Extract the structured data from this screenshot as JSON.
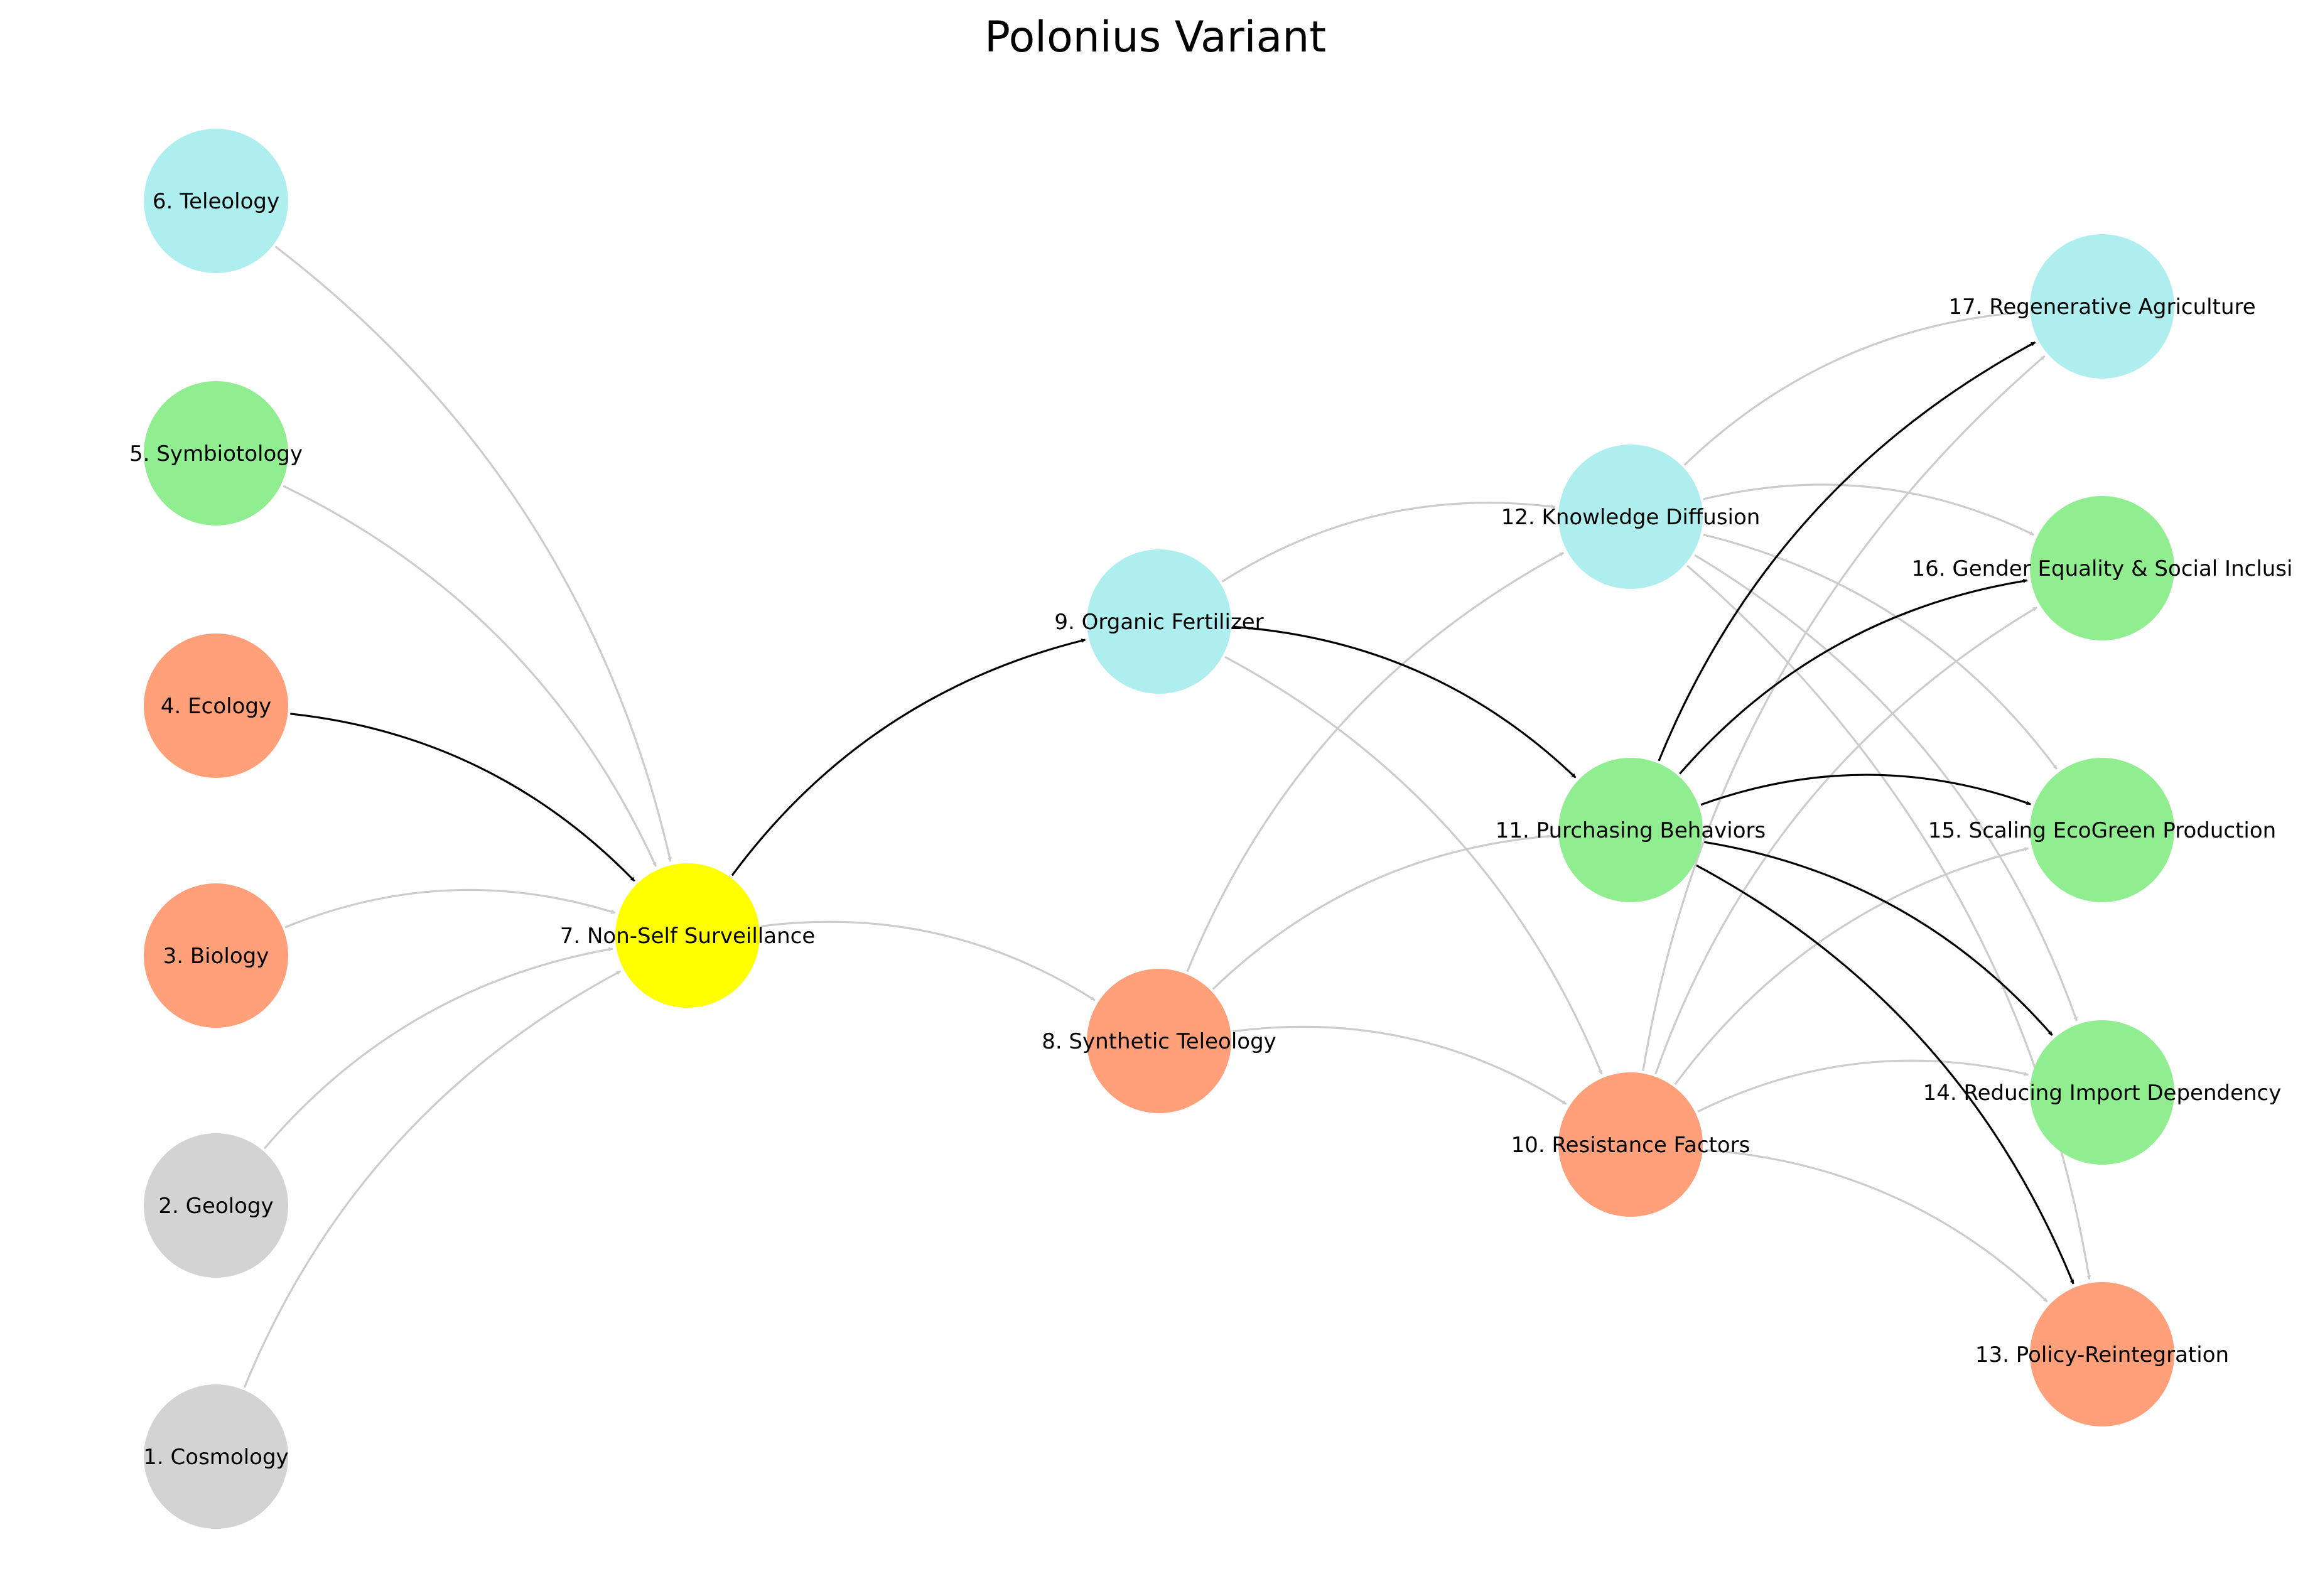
{
  "title": "Polonius Variant",
  "colors": {
    "gray": "#d3d3d3",
    "salmon": "#ffa07a",
    "green": "#90ee90",
    "cyan": "#afeeee",
    "yellow": "#ffff00",
    "edge_muted": "#cccccc",
    "edge_active": "#000000"
  },
  "nodes": [
    {
      "id": 1,
      "label": "1. Cosmology",
      "color": "gray"
    },
    {
      "id": 2,
      "label": "2. Geology",
      "color": "gray"
    },
    {
      "id": 3,
      "label": "3. Biology",
      "color": "salmon"
    },
    {
      "id": 4,
      "label": "4. Ecology",
      "color": "salmon"
    },
    {
      "id": 5,
      "label": "5. Symbiotology",
      "color": "green"
    },
    {
      "id": 6,
      "label": "6. Teleology",
      "color": "cyan"
    },
    {
      "id": 7,
      "label": "7. Non-Self Surveillance",
      "color": "yellow"
    },
    {
      "id": 8,
      "label": "8. Synthetic Teleology",
      "color": "salmon"
    },
    {
      "id": 9,
      "label": "9. Organic Fertilizer",
      "color": "cyan"
    },
    {
      "id": 10,
      "label": "10. Resistance Factors",
      "color": "salmon"
    },
    {
      "id": 11,
      "label": "11. Purchasing Behaviors",
      "color": "green"
    },
    {
      "id": 12,
      "label": "12. Knowledge Diffusion",
      "color": "cyan"
    },
    {
      "id": 13,
      "label": "13. Policy-Reintegration",
      "color": "salmon"
    },
    {
      "id": 14,
      "label": "14. Reducing Import Dependency",
      "color": "green"
    },
    {
      "id": 15,
      "label": "15. Scaling EcoGreen Production",
      "color": "green"
    },
    {
      "id": 16,
      "label": "16. Gender Equality & Social Inclusi",
      "color": "green"
    },
    {
      "id": 17,
      "label": "17. Regenerative Agriculture",
      "color": "cyan"
    }
  ],
  "edges": [
    {
      "from": 1,
      "to": 7,
      "active": false
    },
    {
      "from": 2,
      "to": 7,
      "active": false
    },
    {
      "from": 3,
      "to": 7,
      "active": false
    },
    {
      "from": 4,
      "to": 7,
      "active": true
    },
    {
      "from": 5,
      "to": 7,
      "active": false
    },
    {
      "from": 6,
      "to": 7,
      "active": false
    },
    {
      "from": 7,
      "to": 8,
      "active": false
    },
    {
      "from": 7,
      "to": 9,
      "active": true
    },
    {
      "from": 8,
      "to": 10,
      "active": false
    },
    {
      "from": 8,
      "to": 11,
      "active": false
    },
    {
      "from": 8,
      "to": 12,
      "active": false
    },
    {
      "from": 9,
      "to": 10,
      "active": false
    },
    {
      "from": 9,
      "to": 11,
      "active": true
    },
    {
      "from": 9,
      "to": 12,
      "active": false
    },
    {
      "from": 10,
      "to": 13,
      "active": false
    },
    {
      "from": 10,
      "to": 14,
      "active": false
    },
    {
      "from": 10,
      "to": 15,
      "active": false
    },
    {
      "from": 10,
      "to": 16,
      "active": false
    },
    {
      "from": 10,
      "to": 17,
      "active": false
    },
    {
      "from": 11,
      "to": 13,
      "active": true
    },
    {
      "from": 11,
      "to": 14,
      "active": true
    },
    {
      "from": 11,
      "to": 15,
      "active": true
    },
    {
      "from": 11,
      "to": 16,
      "active": true
    },
    {
      "from": 11,
      "to": 17,
      "active": true
    },
    {
      "from": 12,
      "to": 13,
      "active": false
    },
    {
      "from": 12,
      "to": 14,
      "active": false
    },
    {
      "from": 12,
      "to": 15,
      "active": false
    },
    {
      "from": 12,
      "to": 16,
      "active": false
    },
    {
      "from": 12,
      "to": 17,
      "active": false
    }
  ]
}
